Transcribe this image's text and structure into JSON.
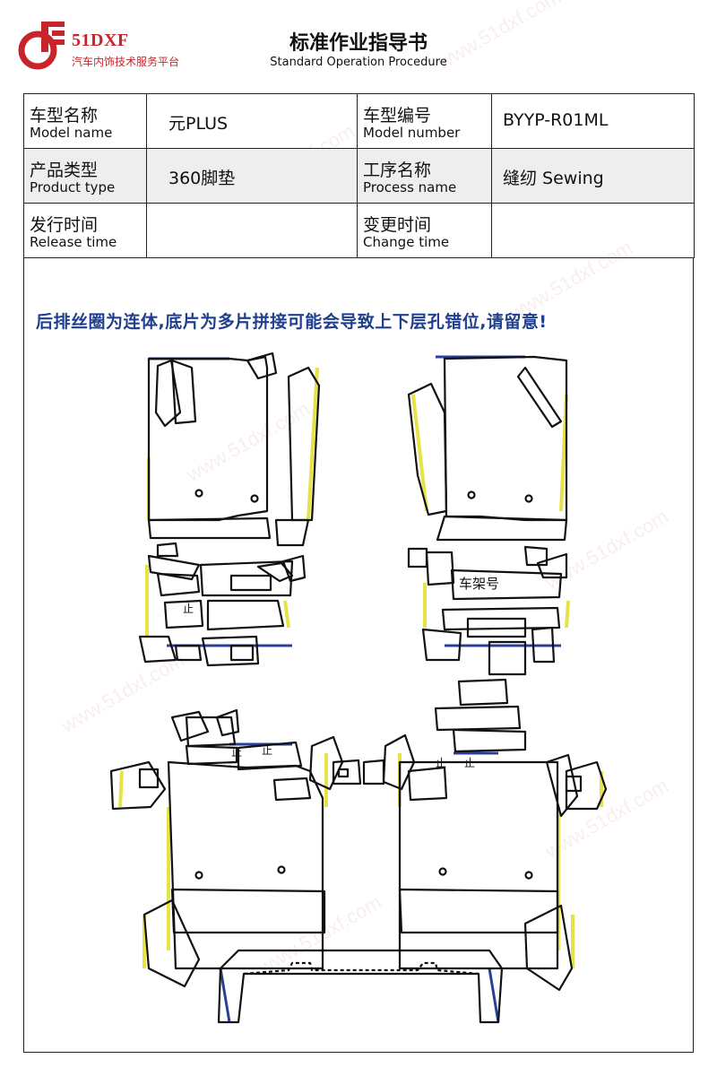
{
  "header": {
    "logo_name": "51DXF",
    "logo_tagline": "汽车内饰技术服务平台",
    "title_cn": "标准作业指导书",
    "title_en": "Standard Operation Procedure"
  },
  "info": {
    "model_name_cn": "车型名称",
    "model_name_en": "Model name",
    "model_name_value": "元PLUS",
    "model_number_cn": "车型编号",
    "model_number_en": "Model number",
    "model_number_value": "BYYP-R01ML",
    "product_type_cn": "产品类型",
    "product_type_en": "Product type",
    "product_type_value": "360脚垫",
    "process_name_cn": "工序名称",
    "process_name_en": "Process name",
    "process_name_value": "缝纫 Sewing",
    "release_time_cn": "发行时间",
    "release_time_en": "Release time",
    "release_time_value": "",
    "change_time_cn": "变更时间",
    "change_time_en": "Change time",
    "change_time_value": ""
  },
  "drawing": {
    "note": "后排丝圈为连体,底片为多片拼接可能会导致上下层孔错位,请留意!",
    "bracket_label": "车架号",
    "stop_mark": "止"
  },
  "watermark": "www.51dxf.com",
  "colors": {
    "brand": "#c8242b",
    "note": "#1f3f8f",
    "outline": "#111111",
    "edge_yellow": "#e6e24a",
    "edge_blue": "#2a3f9a"
  }
}
